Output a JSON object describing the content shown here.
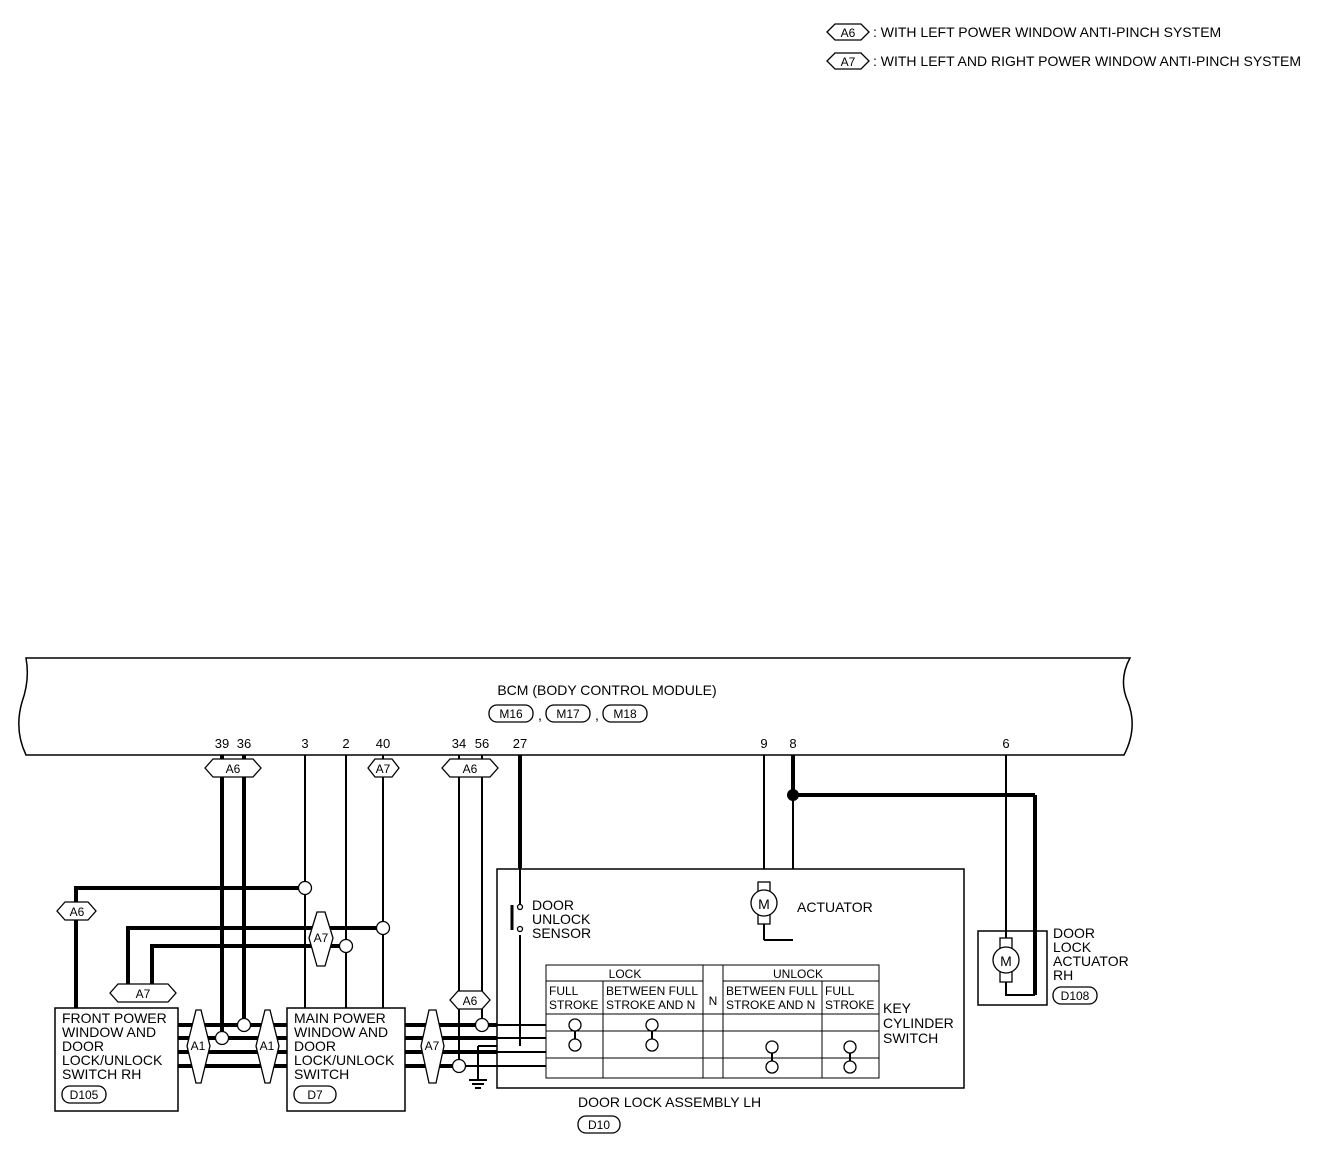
{
  "legend": [
    {
      "code": "A6",
      "text": ": WITH LEFT POWER WINDOW ANTI-PINCH SYSTEM"
    },
    {
      "code": "A7",
      "text": ": WITH LEFT AND RIGHT POWER WINDOW ANTI-PINCH SYSTEM"
    }
  ],
  "bcm": {
    "title": "BCM (BODY CONTROL MODULE)",
    "connectors": [
      "M16",
      "M17",
      "M18"
    ],
    "separator": ","
  },
  "pins": {
    "p39": "39",
    "p36": "36",
    "p3": "3",
    "p2": "2",
    "p40": "40",
    "p34": "34",
    "p56": "56",
    "p27": "27",
    "p9": "9",
    "p8": "8",
    "p6": "6"
  },
  "tags": {
    "a6": "A6",
    "a7": "A7",
    "a1": "A1"
  },
  "components": {
    "front_switch": {
      "lines": [
        "FRONT POWER",
        "WINDOW AND",
        "DOOR",
        "LOCK/UNLOCK",
        "SWITCH RH"
      ],
      "connector": "D105"
    },
    "main_switch": {
      "lines": [
        "MAIN POWER",
        "WINDOW AND",
        "DOOR",
        "LOCK/UNLOCK",
        "SWITCH"
      ],
      "connector": "D7"
    },
    "door_lock_assembly": {
      "label": "DOOR LOCK ASSEMBLY LH",
      "connector": "D10"
    },
    "door_unlock_sensor": {
      "lines": [
        "DOOR",
        "UNLOCK",
        "SENSOR"
      ]
    },
    "actuator": {
      "label": "ACTUATOR",
      "motor": "M"
    },
    "key_cylinder_switch": {
      "lines": [
        "KEY",
        "CYLINDER",
        "SWITCH"
      ],
      "table": {
        "lock": "LOCK",
        "unlock": "UNLOCK",
        "neutral": "N",
        "lock_full": [
          "FULL",
          "STROKE"
        ],
        "lock_between": [
          "BETWEEN FULL",
          "STROKE AND N"
        ],
        "unlock_between": [
          "BETWEEN FULL",
          "STROKE AND N"
        ],
        "unlock_full": [
          "FULL",
          "STROKE"
        ]
      }
    },
    "door_lock_actuator_rh": {
      "lines": [
        "DOOR",
        "LOCK",
        "ACTUATOR",
        "RH"
      ],
      "connector": "D108",
      "motor": "M"
    }
  }
}
